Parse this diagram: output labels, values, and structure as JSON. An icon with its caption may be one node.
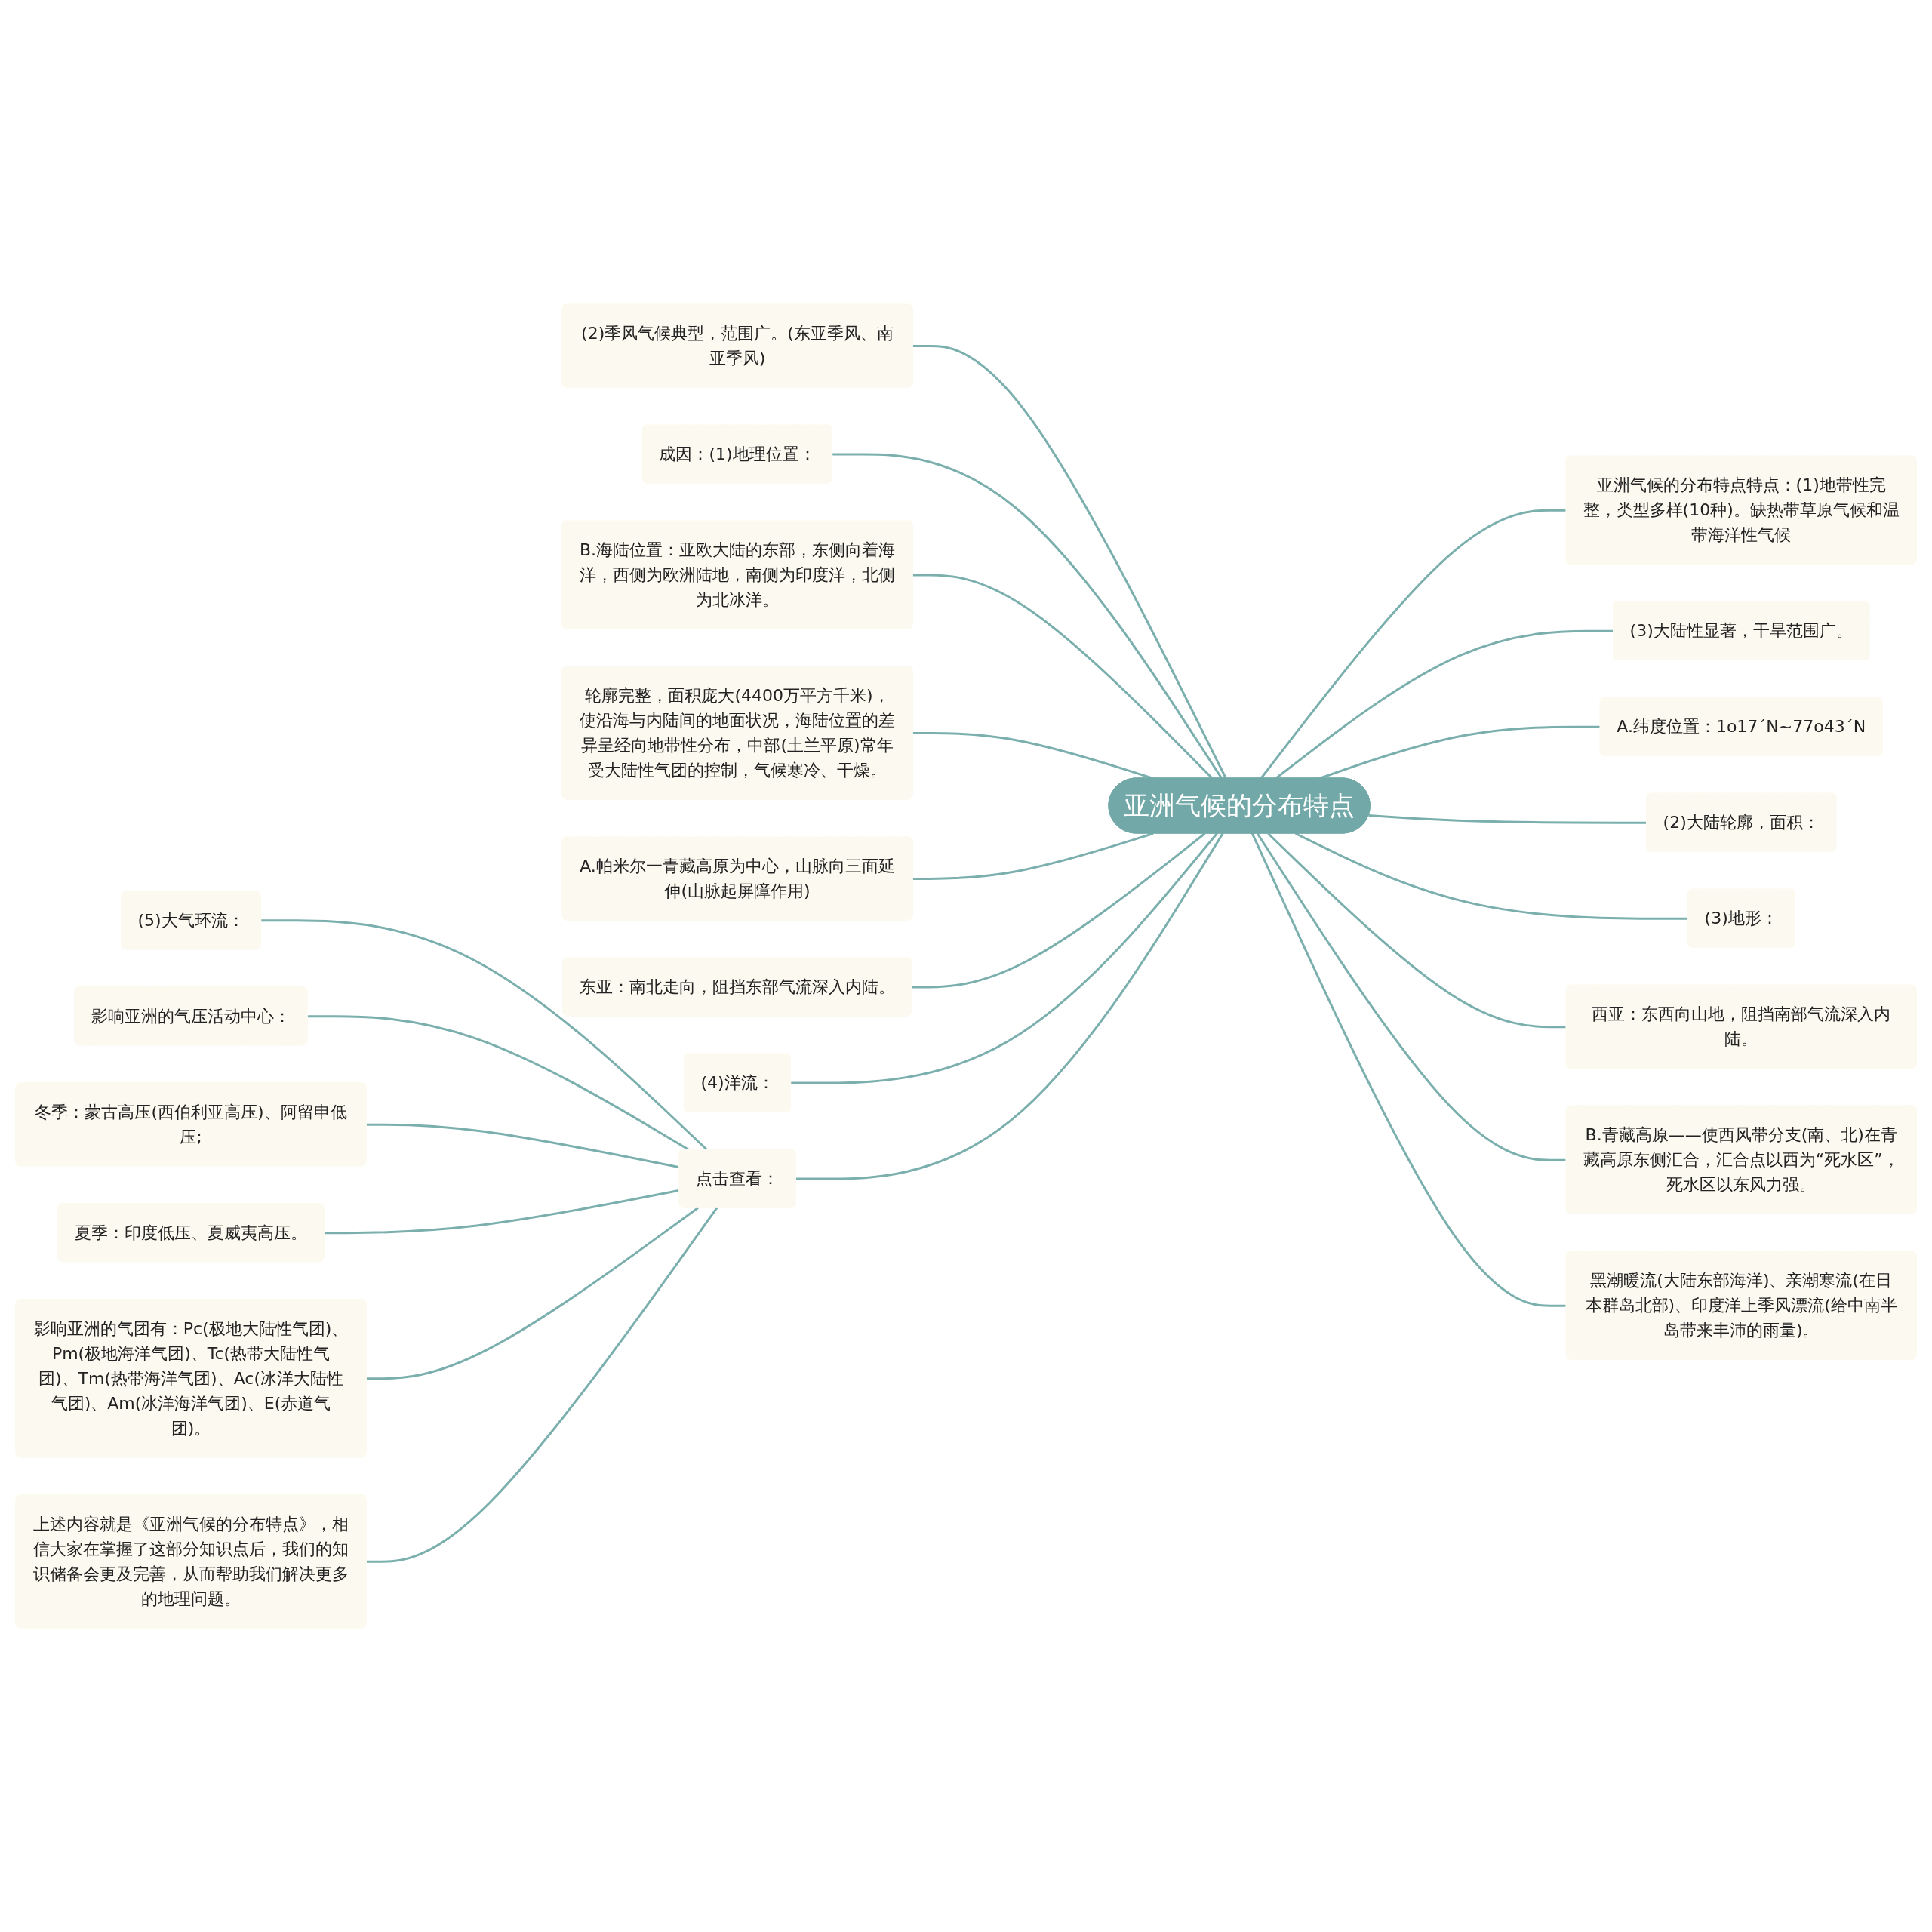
{
  "diagram": {
    "nodes": [
      {
        "text": [
          "亚洲气候的分布特点"
        ]
      },
      {
        "text": [
          "(2)季风气候典型，范围广。(东亚季风、南亚季风)"
        ]
      },
      {
        "text": [
          "成因：(1)地理位置："
        ]
      },
      {
        "text": [
          "B.海陆位置：亚欧大陆的东部，东侧向着海洋，西侧为欧洲陆地，南侧为印度洋，北侧为北冰洋。"
        ]
      },
      {
        "text": [
          "轮廓完整，面积庞大(4400万平方千米)，使沿海与内陆间的地面状况，海陆位置的差异呈经向地带性分布，中部(土兰平原)常年受大陆性气团的控制，气候寒冷、干燥。"
        ]
      },
      {
        "text": [
          "A.帕米尔一青藏高原为中心，山脉向三面延伸(山脉起屏障作用)"
        ]
      },
      {
        "text": [
          "东亚：南北走向，阻挡东部气流深入内陆。"
        ]
      },
      {
        "text": [
          "(4)洋流："
        ]
      },
      {
        "text": [
          "点击查看："
        ]
      },
      {
        "text": [
          "(5)大气环流："
        ]
      },
      {
        "text": [
          "影响亚洲的气压活动中心："
        ]
      },
      {
        "text": [
          "冬季：蒙古高压(西伯利亚高压)、阿留申低压;"
        ]
      },
      {
        "text": [
          "夏季：印度低压、夏威夷高压。"
        ]
      },
      {
        "text": [
          "影响亚洲的气团有：Pc(极地大陆性气团)、Pm(极地海洋气团)、Tc(热带大陆性气团)、Tm(热带海洋气团)、Ac(冰洋大陆性气团)、Am(冰洋海洋气团)、E(赤道气团)。"
        ]
      },
      {
        "text": [
          "上述内容就是《亚洲气候的分布特点》，相信大家在掌握了这部分知识点后，我们的知识储备会更及完善，从而帮助我们解决更多的地理问题。"
        ]
      },
      {
        "text": [
          "亚洲气候的分布特点特点：(1)地带性完整，类型多样(10种)。缺热带草原气候和温带海洋性气候"
        ]
      },
      {
        "text": [
          "(3)大陆性显著，干旱范围广。"
        ]
      },
      {
        "text": [
          "A.纬度位置：1o17´N~77o43´N"
        ]
      },
      {
        "text": [
          "(2)大陆轮廓，面积："
        ]
      },
      {
        "text": [
          "(3)地形："
        ]
      },
      {
        "text": [
          "西亚：东西向山地，阻挡南部气流深入内陆。"
        ]
      },
      {
        "text": [
          "B.青藏高原——使西风带分支(南、北)在青藏高原东侧汇合，汇合点以西为“死水区”，死水区以东风力强。"
        ]
      },
      {
        "text": [
          "黑潮暖流(大陆东部海洋)、亲潮寒流(在日本群岛北部)、印度洋上季风漂流(给中南半岛带来丰沛的雨量)。"
        ]
      }
    ],
    "edges": [
      {
        "from": 0,
        "to": 1,
        "arrow": "none"
      },
      {
        "from": 0,
        "to": 2,
        "arrow": "none"
      },
      {
        "from": 0,
        "to": 3,
        "arrow": "none"
      },
      {
        "from": 0,
        "to": 4,
        "arrow": "none"
      },
      {
        "from": 0,
        "to": 5,
        "arrow": "none"
      },
      {
        "from": 0,
        "to": 6,
        "arrow": "none"
      },
      {
        "from": 0,
        "to": 7,
        "arrow": "none"
      },
      {
        "from": 0,
        "to": 8,
        "arrow": "none"
      },
      {
        "from": 8,
        "to": 9,
        "arrow": "none"
      },
      {
        "from": 8,
        "to": 10,
        "arrow": "none"
      },
      {
        "from": 8,
        "to": 11,
        "arrow": "none"
      },
      {
        "from": 8,
        "to": 12,
        "arrow": "none"
      },
      {
        "from": 8,
        "to": 13,
        "arrow": "none"
      },
      {
        "from": 8,
        "to": 14,
        "arrow": "none"
      },
      {
        "from": 0,
        "to": 15,
        "arrow": "none"
      },
      {
        "from": 0,
        "to": 16,
        "arrow": "none"
      },
      {
        "from": 0,
        "to": 17,
        "arrow": "none"
      },
      {
        "from": 0,
        "to": 18,
        "arrow": "none"
      },
      {
        "from": 0,
        "to": 19,
        "arrow": "none"
      },
      {
        "from": 0,
        "to": 20,
        "arrow": "none"
      },
      {
        "from": 0,
        "to": 21,
        "arrow": "none"
      },
      {
        "from": 0,
        "to": 22,
        "arrow": "none"
      }
    ]
  }
}
